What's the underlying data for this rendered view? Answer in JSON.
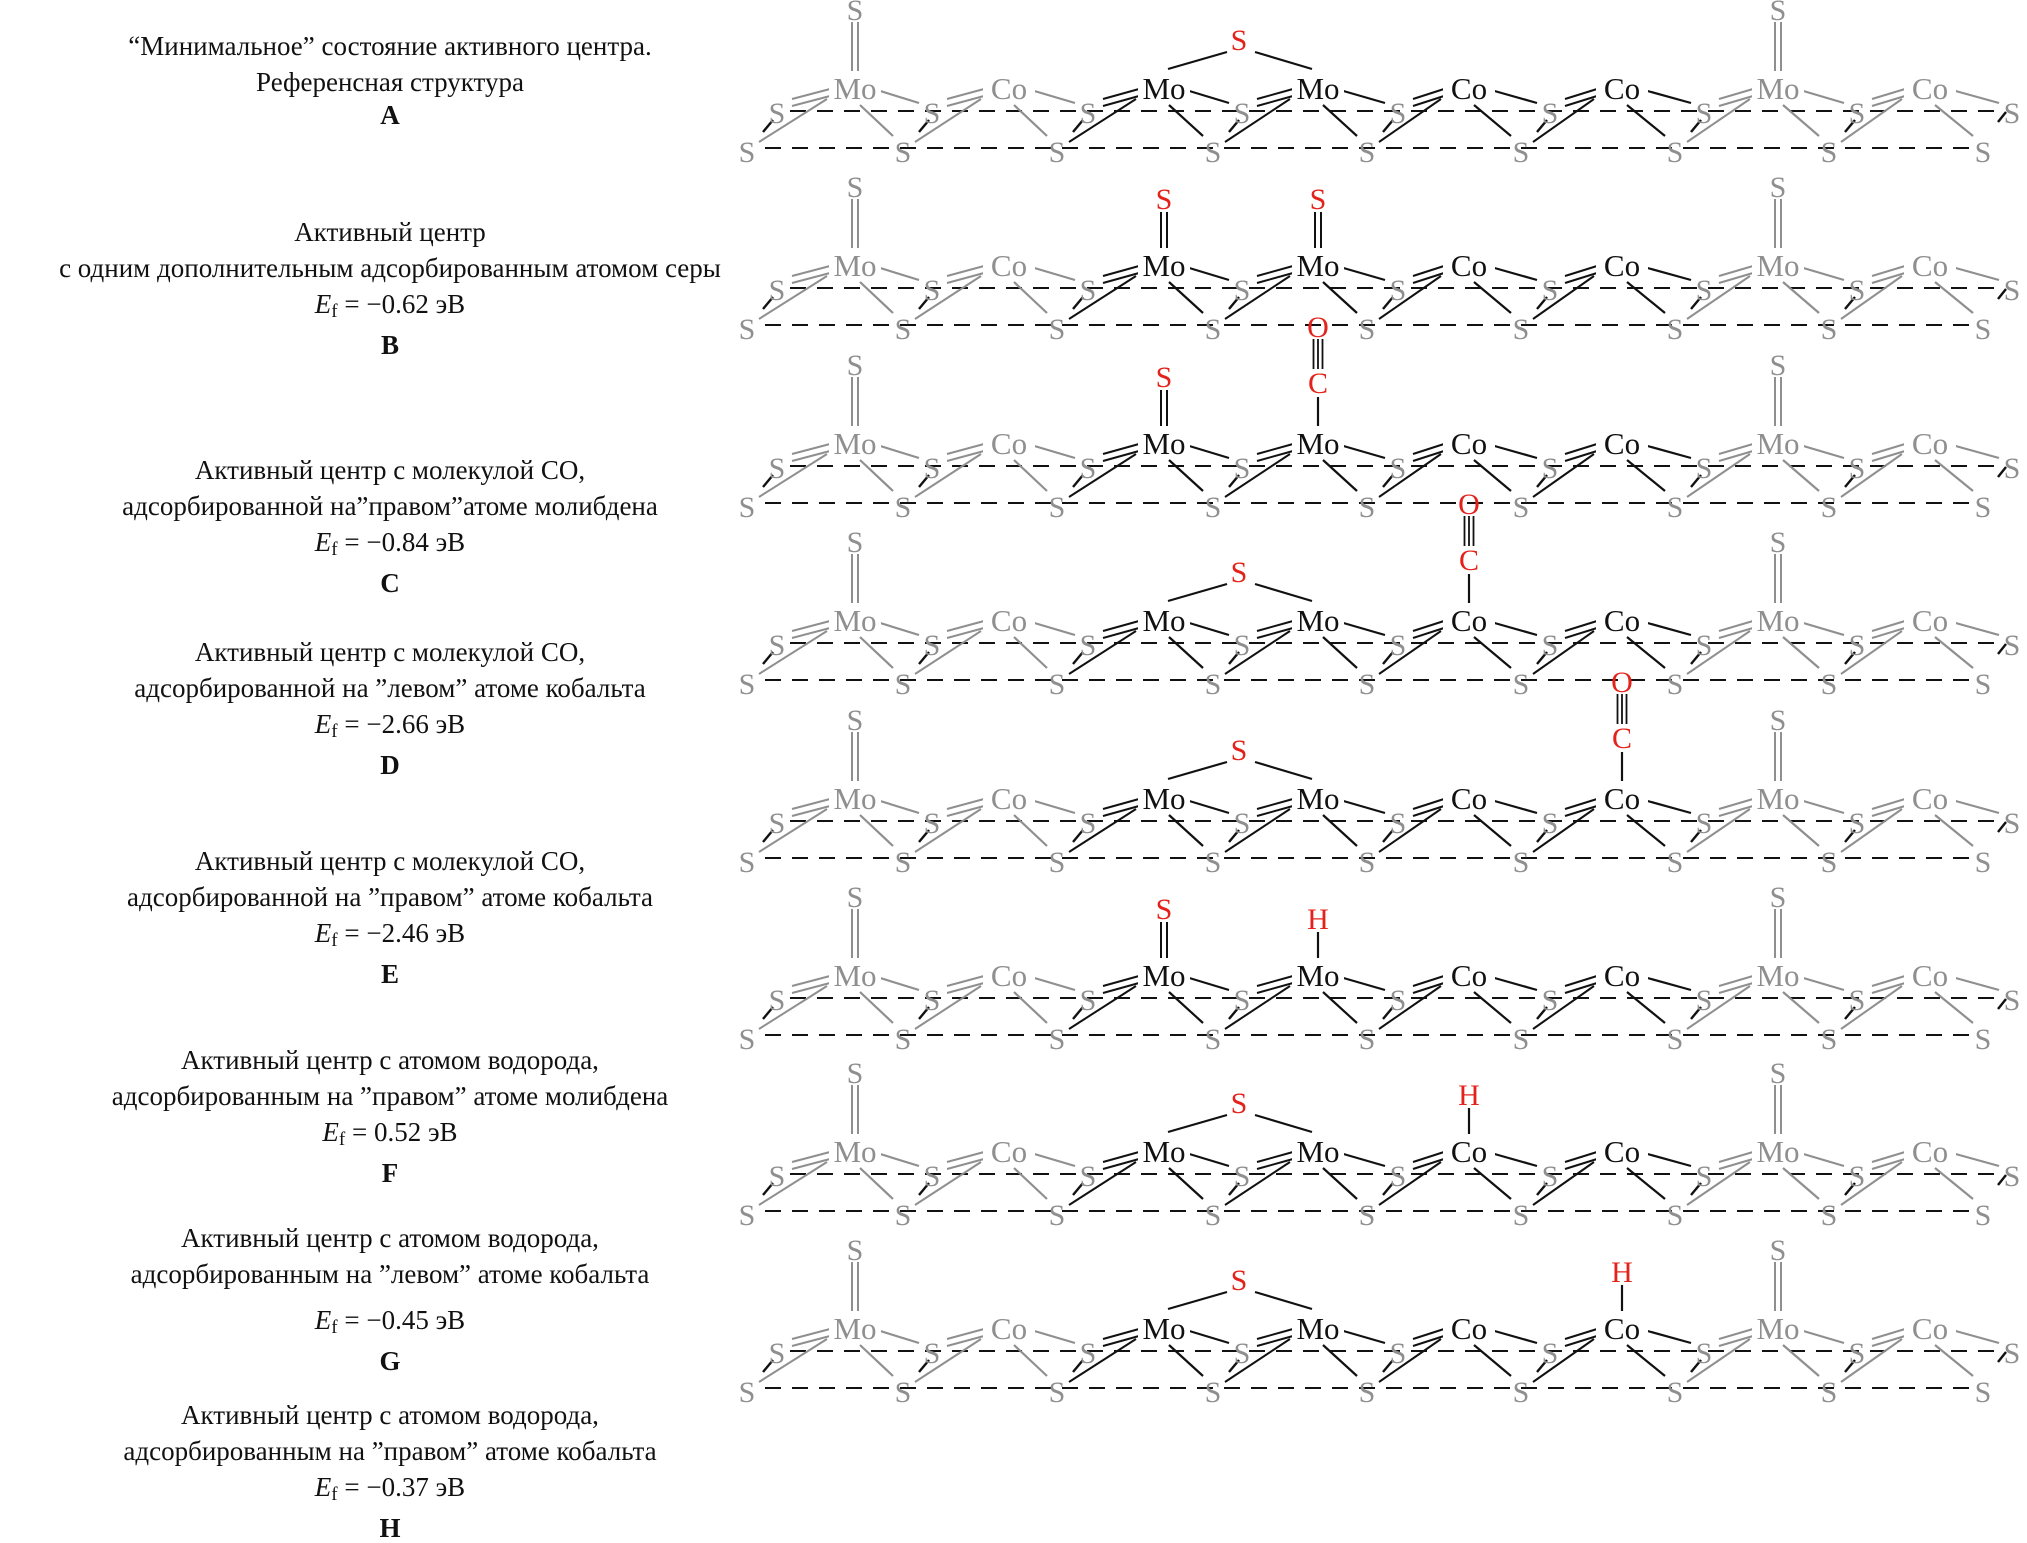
{
  "figure": {
    "colors": {
      "active": "#111111",
      "inactive": "#8f8f8f",
      "adsorbate": "#e3231b",
      "dashed": "#111111"
    },
    "atom_labels": {
      "molybdenum": "Mo",
      "cobalt": "Co",
      "sulfur": "S",
      "carbon": "C",
      "oxygen": "O",
      "hydrogen": "H"
    },
    "energy_symbol": "E",
    "energy_subscript": "f",
    "energy_unit": "эВ",
    "panels": [
      {
        "letter": "A",
        "lines": [
          "“Минимальное” состояние активного центра.",
          "Референсная структура"
        ],
        "energy": null,
        "adsorbates": [
          {
            "type": "bridging-S",
            "site": "Mo1-Mo2"
          }
        ]
      },
      {
        "letter": "B",
        "lines": [
          "Активный центр",
          "с одним дополнительным адсорбированным атомом серы"
        ],
        "energy": "−0.62",
        "adsorbates": [
          {
            "type": "terminal-S",
            "site": "Mo1"
          },
          {
            "type": "terminal-S",
            "site": "Mo2"
          }
        ]
      },
      {
        "letter": "C",
        "lines": [
          "Активный центр с молекулой CO,",
          "адсорбированной на”правом”атоме молибдена"
        ],
        "energy": "−0.84",
        "adsorbates": [
          {
            "type": "terminal-S",
            "site": "Mo1"
          },
          {
            "type": "CO",
            "site": "Mo2"
          }
        ]
      },
      {
        "letter": "D",
        "lines": [
          "Активный центр с молекулой CO,",
          "адсорбированной на ”левом” атоме кобальта"
        ],
        "energy": "−2.66",
        "adsorbates": [
          {
            "type": "bridging-S",
            "site": "Mo1-Mo2"
          },
          {
            "type": "CO",
            "site": "Co1"
          }
        ]
      },
      {
        "letter": "E",
        "lines": [
          "Активный центр с молекулой CO,",
          "адсорбированной на ”правом” атоме кобальта"
        ],
        "energy": "−2.46",
        "adsorbates": [
          {
            "type": "bridging-S",
            "site": "Mo1-Mo2"
          },
          {
            "type": "CO",
            "site": "Co2"
          }
        ]
      },
      {
        "letter": "F",
        "lines": [
          "Активный центр с атомом водорода,",
          "адсорбированным на ”правом” атоме молибдена"
        ],
        "energy": "0.52",
        "adsorbates": [
          {
            "type": "terminal-S",
            "site": "Mo1"
          },
          {
            "type": "H",
            "site": "Mo2"
          }
        ]
      },
      {
        "letter": "G",
        "lines": [
          "Активный центр с атомом водорода,",
          "адсорбированным на ”левом” атоме кобальта"
        ],
        "energy": "−0.45",
        "adsorbates": [
          {
            "type": "bridging-S",
            "site": "Mo1-Mo2"
          },
          {
            "type": "H",
            "site": "Co1"
          }
        ]
      },
      {
        "letter": "H",
        "lines": [
          "Активный центр с атомом водорода,",
          "адсорбированным на ”правом” атоме кобальта"
        ],
        "energy": "−0.37",
        "adsorbates": [
          {
            "type": "bridging-S",
            "site": "Mo1-Mo2"
          },
          {
            "type": "H",
            "site": "Co2"
          }
        ]
      }
    ]
  }
}
